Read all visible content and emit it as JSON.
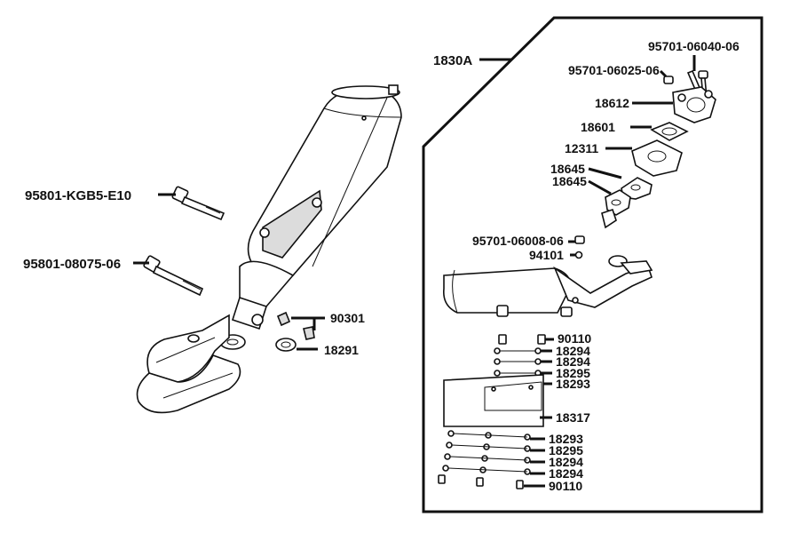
{
  "colors": {
    "ink": "#111111",
    "paper": "#ffffff",
    "shade": "#dcdcdc"
  },
  "group": {
    "id": "1830A"
  },
  "parts": {
    "p1": "95801-KGB5-E10",
    "p2": "95801-08075-06",
    "p3": "90301",
    "p4": "18291",
    "p5": "95701-06040-06",
    "p6": "95701-06025-06",
    "p7": "18612",
    "p8": "18601",
    "p9": "12311",
    "p10": "18645",
    "p11": "18645",
    "p12": "95701-06008-06",
    "p13": "94101",
    "p14": "90110",
    "p15": "18294",
    "p16": "18294",
    "p17": "18295",
    "p18": "18293",
    "p19": "18317",
    "p20": "18293",
    "p21": "18295",
    "p22": "18294",
    "p23": "18294",
    "p24": "90110"
  }
}
